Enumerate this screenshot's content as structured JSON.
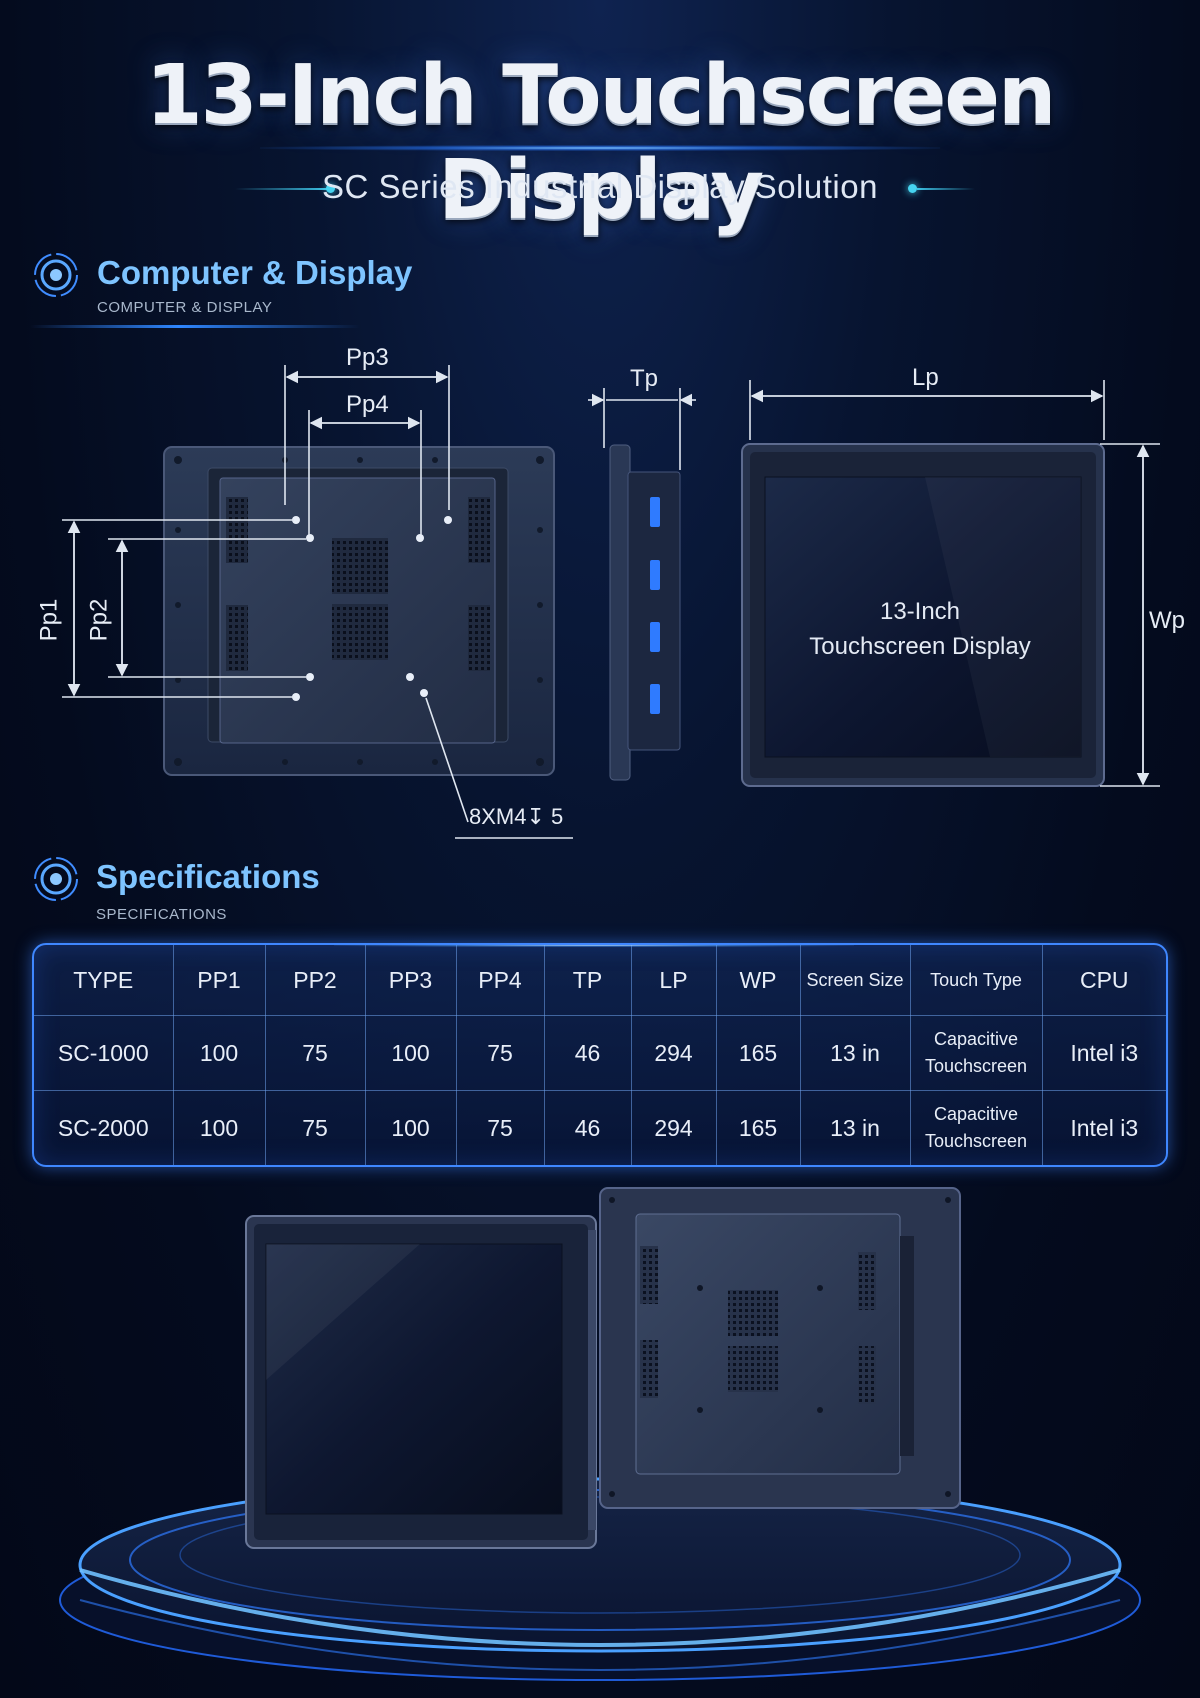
{
  "header": {
    "title": "13-Inch Touchscreen Display",
    "subtitle": "SC Series Industrial Display Solution"
  },
  "section_display": {
    "title": "Computer & Display",
    "subtitle": "COMPUTER & DISPLAY"
  },
  "diagram": {
    "dim_pp3": "Pp3",
    "dim_pp4": "Pp4",
    "dim_pp1": "Pp1",
    "dim_pp2": "Pp2",
    "dim_tp": "Tp",
    "dim_lp": "Lp",
    "dim_wp": "Wp",
    "screw_label": "8XM4↧ 5",
    "screen_line1": "13-Inch",
    "screen_line2": "Touchscreen Display"
  },
  "section_specs": {
    "title": "Specifications",
    "subtitle": "SPECIFICATIONS"
  },
  "table": {
    "headers": [
      "TYPE",
      "PP1",
      "PP2",
      "PP3",
      "PP4",
      "TP",
      "LP",
      "WP",
      "Screen Size",
      "Touch Type",
      "CPU"
    ],
    "rows": [
      {
        "type": "SC-1000",
        "pp1": "100",
        "pp2": "75",
        "pp3": "100",
        "pp4": "75",
        "tp": "46",
        "lp": "294",
        "wp": "165",
        "screen": "13 in",
        "touch1": "Capacitive",
        "touch2": "Touchscreen",
        "cpu": "Intel i3"
      },
      {
        "type": "SC-2000",
        "pp1": "100",
        "pp2": "75",
        "pp3": "100",
        "pp4": "75",
        "tp": "46",
        "lp": "294",
        "wp": "165",
        "screen": "13 in",
        "touch1": "Capacitive",
        "touch2": "Touchscreen",
        "cpu": "Intel i3"
      }
    ]
  },
  "icons": [
    "target-icon",
    "target-icon"
  ],
  "colors": {
    "accent": "#3f87ff",
    "section_title": "#7ec4ff",
    "background": "#040b1e"
  }
}
